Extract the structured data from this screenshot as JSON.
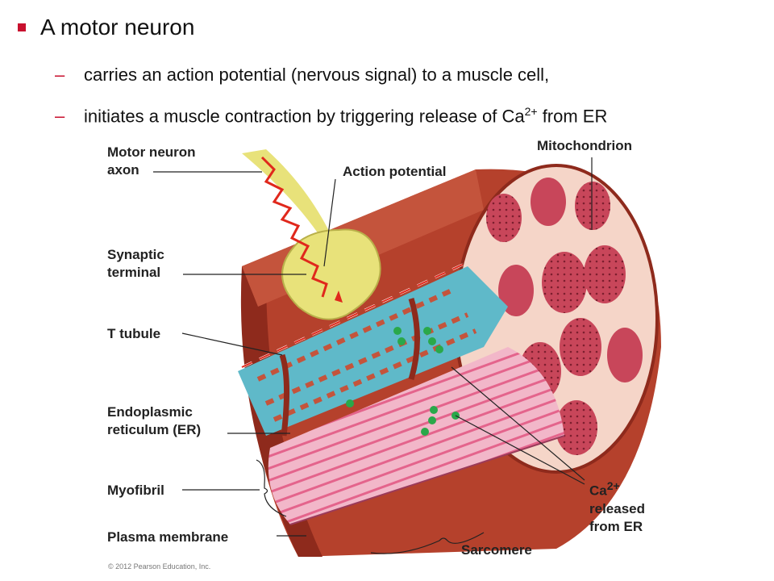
{
  "slide": {
    "bullet": "A motor neuron",
    "sub1": "carries an action potential (nervous signal) to a muscle cell,",
    "sub2_pre": "initiates a muscle contraction by triggering release of Ca",
    "sub2_sup": "2+",
    "sub2_post": " from ER",
    "dash": "–"
  },
  "labels": {
    "motor_neuron_axon_1": "Motor neuron",
    "motor_neuron_axon_2": "axon",
    "action_potential": "Action potential",
    "mitochondrion": "Mitochondrion",
    "synaptic_terminal_1": "Synaptic",
    "synaptic_terminal_2": "terminal",
    "t_tubule": "T tubule",
    "er_1": "Endoplasmic",
    "er_2": "reticulum (ER)",
    "myofibril": "Myofibril",
    "plasma_membrane": "Plasma membrane",
    "ca_base": "Ca",
    "ca_sup": "2+",
    "ca_2": "released",
    "ca_3": "from ER",
    "sarcomere": "Sarcomere"
  },
  "copyright": "© 2012 Pearson Education, Inc.",
  "colors": {
    "bullet": "#c8102e",
    "muscle_outer": "#b5412c",
    "muscle_dark": "#8e2a1c",
    "cross_section": "#f5d5c8",
    "mitochondria": "#c8465a",
    "er": "#5fb9c9",
    "neuron": "#e8e27a",
    "signal": "#e0281c",
    "myofibril_stripe": "#e4648c",
    "calcium": "#2aa84a"
  }
}
